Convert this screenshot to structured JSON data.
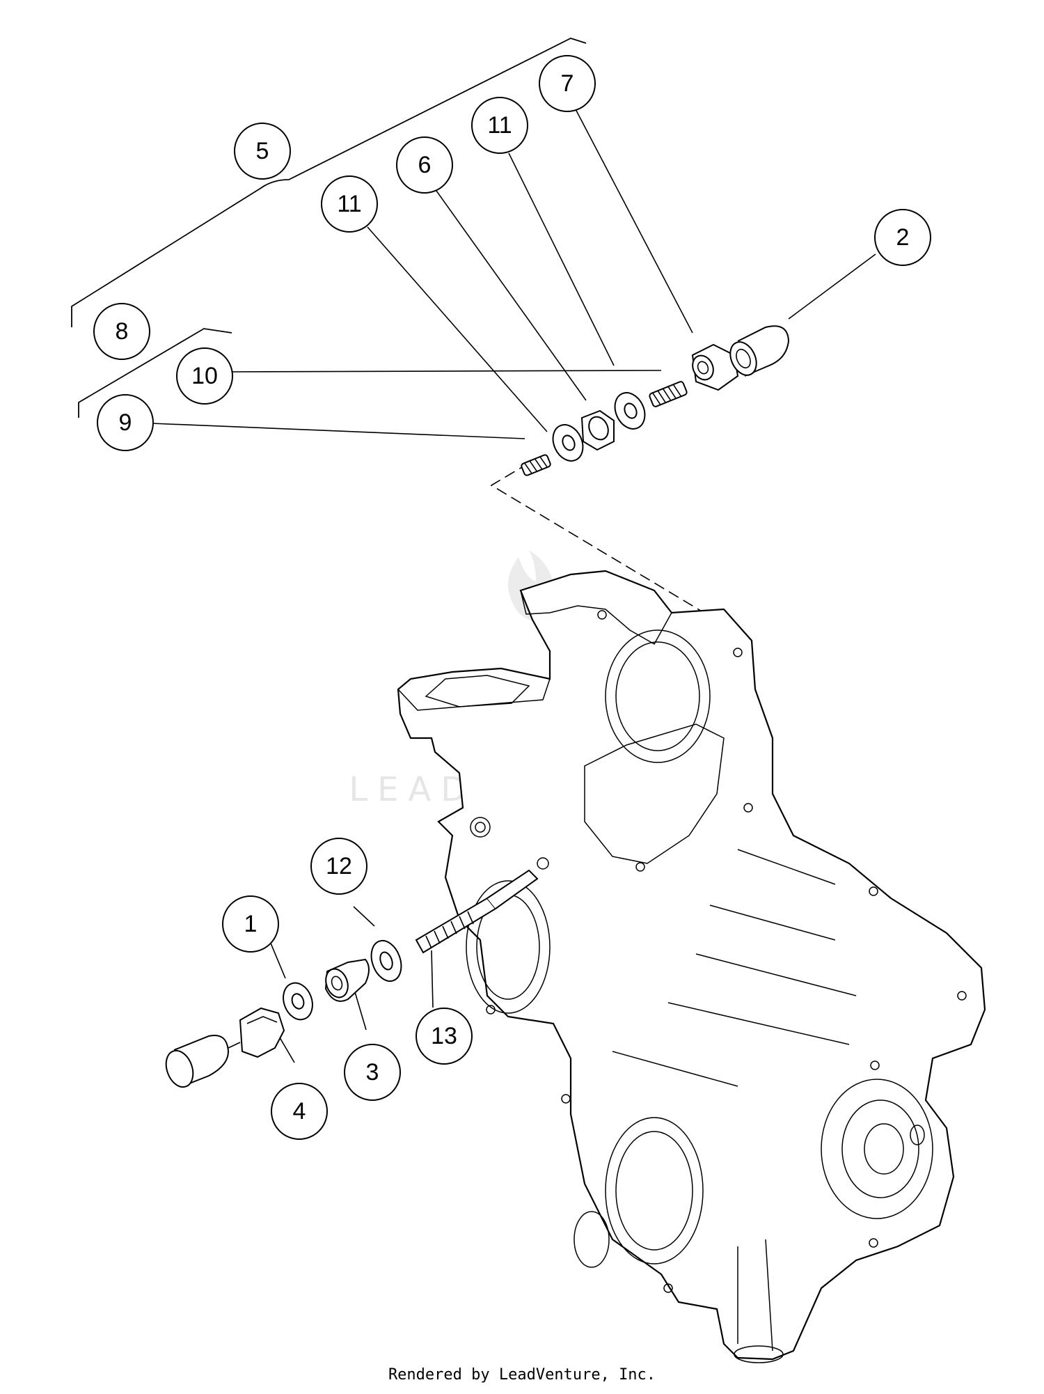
{
  "watermark": {
    "text": "LEADVENTURE"
  },
  "callouts": [
    {
      "id": "c5",
      "label": "5"
    },
    {
      "id": "c7",
      "label": "7"
    },
    {
      "id": "c11a",
      "label": "11"
    },
    {
      "id": "c6",
      "label": "6"
    },
    {
      "id": "c11b",
      "label": "11"
    },
    {
      "id": "c2",
      "label": "2"
    },
    {
      "id": "c8",
      "label": "8"
    },
    {
      "id": "c10",
      "label": "10"
    },
    {
      "id": "c9",
      "label": "9"
    },
    {
      "id": "c12",
      "label": "12"
    },
    {
      "id": "c1",
      "label": "1"
    },
    {
      "id": "c13",
      "label": "13"
    },
    {
      "id": "c3",
      "label": "3"
    },
    {
      "id": "c4",
      "label": "4"
    }
  ],
  "footer": {
    "text": "Rendered by LeadVenture, Inc."
  }
}
